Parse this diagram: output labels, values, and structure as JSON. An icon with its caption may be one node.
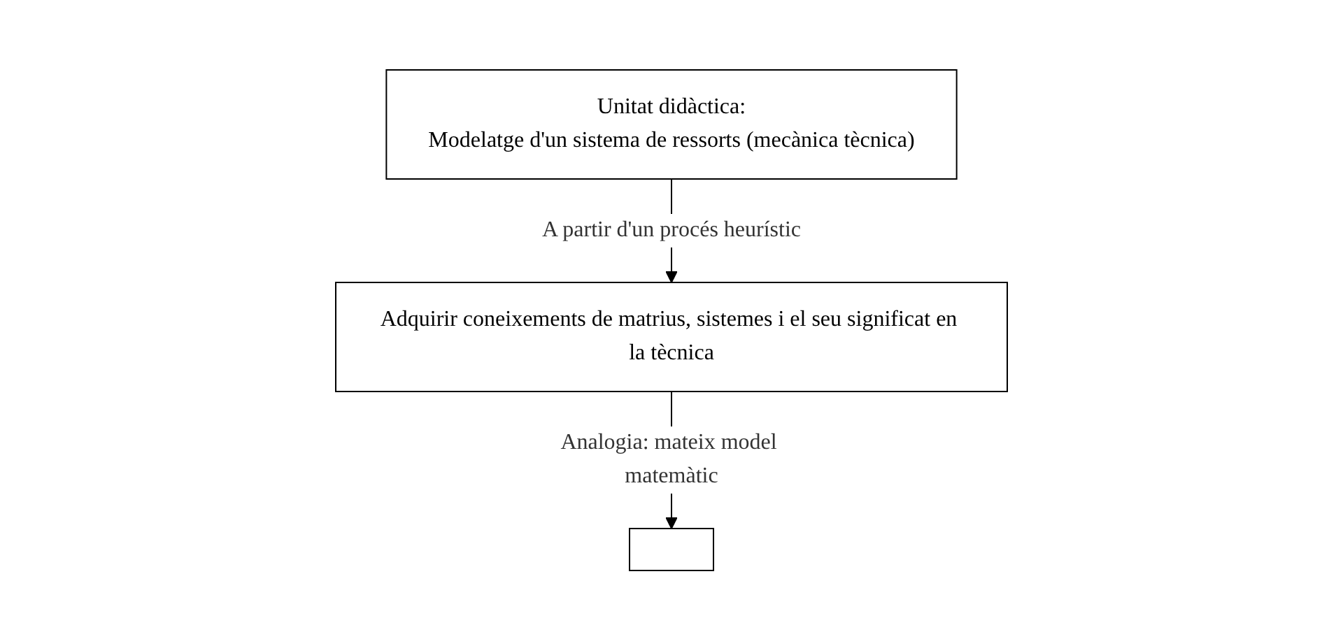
{
  "diagram": {
    "nodes": [
      {
        "text": [
          "Unitat didàctica:",
          "Modelatge d'un sistema de ressorts (mecànica tècnica)"
        ]
      },
      {
        "text": [
          "Adquirir coneixements de matrius, sistemes i el seu significat en la tècnica"
        ]
      },
      {
        "text": [],
        "shape": "box"
      }
    ],
    "edges": [
      {
        "from": 0,
        "to": 1,
        "arrow": "to",
        "label": "A partir d'un procés heurístic"
      },
      {
        "from": 1,
        "to": 2,
        "arrow": "to",
        "label": "Analogia: mateix model matemàtic"
      }
    ]
  }
}
